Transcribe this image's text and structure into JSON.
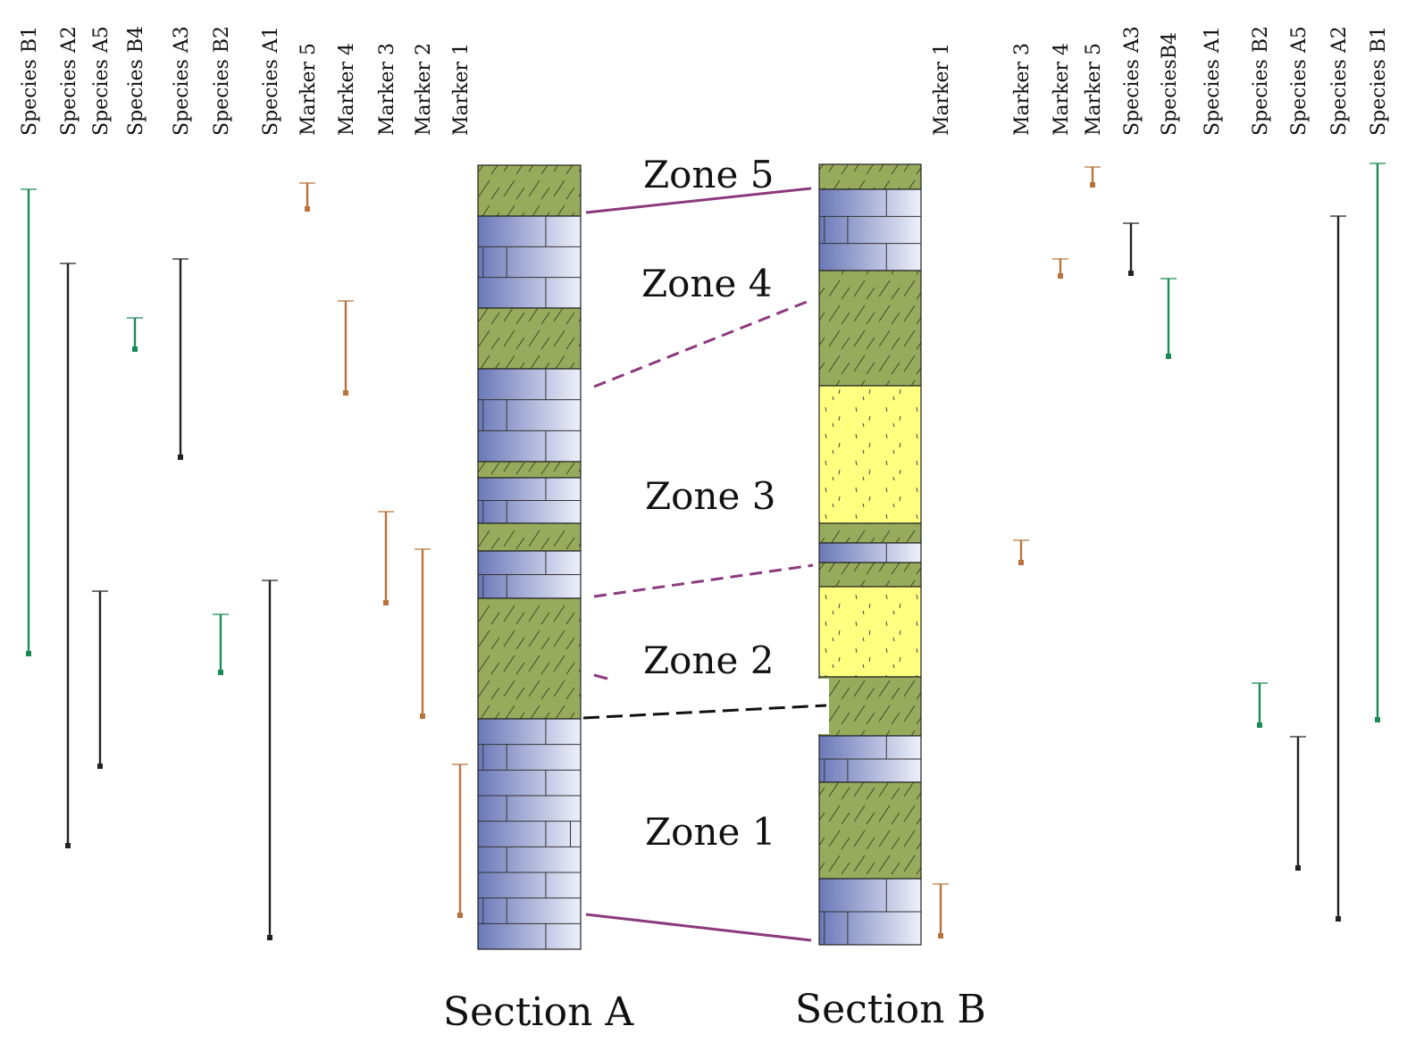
{
  "colors": {
    "green": "#1a8a55",
    "black": "#222222",
    "orange": "#b8733c",
    "mudstone": "#98ab5c",
    "sandstone": "#ffff80",
    "limestone_dark": "#6a78b8",
    "limestone_light": "#eef0fa",
    "correlation": "#8b3a7e",
    "dashed_black": "#111111"
  },
  "section_a": {
    "label": "Section A",
    "left_ranges": [
      {
        "label": "Species B1",
        "color": "green"
      },
      {
        "label": "Species A2",
        "color": "black"
      },
      {
        "label": "Species A5",
        "color": "black"
      },
      {
        "label": "Species B4",
        "color": "green"
      },
      {
        "label": "Species A3",
        "color": "black"
      },
      {
        "label": "Species B2",
        "color": "green"
      },
      {
        "label": "Species A1",
        "color": "black"
      },
      {
        "label": "Marker 5",
        "color": "orange"
      },
      {
        "label": "Marker 4",
        "color": "orange"
      },
      {
        "label": "Marker 3",
        "color": "orange"
      },
      {
        "label": "Marker 2",
        "color": "orange"
      },
      {
        "label": "Marker 1",
        "color": "orange"
      }
    ]
  },
  "section_b": {
    "label": "Section B",
    "right_ranges": [
      {
        "label": "Marker 1",
        "color": "orange"
      },
      {
        "label": "Marker 3",
        "color": "orange"
      },
      {
        "label": "Marker 4",
        "color": "orange"
      },
      {
        "label": "Marker 5",
        "color": "orange"
      },
      {
        "label": "Species A3",
        "color": "black"
      },
      {
        "label": "SpeciesB4",
        "color": "green"
      },
      {
        "label": "Species A1",
        "color": "black"
      },
      {
        "label": "Species B2",
        "color": "green"
      },
      {
        "label": "Species A5",
        "color": "black"
      },
      {
        "label": "Species A2",
        "color": "black"
      },
      {
        "label": "Species B1",
        "color": "green"
      }
    ]
  },
  "zones": [
    "Zone 5",
    "Zone 4",
    "Zone 3",
    "Zone 2",
    "Zone 1"
  ]
}
